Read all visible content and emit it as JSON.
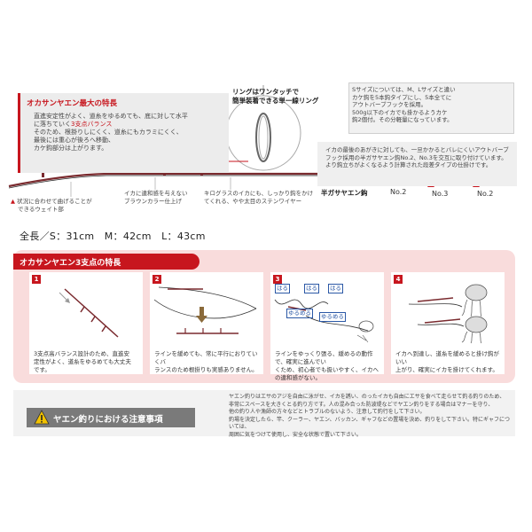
{
  "feature": {
    "title": "オカサンヤエン最大の特長",
    "lines": [
      "直進安定性がよく、道糸をゆるめても、底に対して水平",
      "に落ちていく",
      "そのため、根掛りしにくく、道糸にもカラミにくく、",
      "最後には重心が後ろへ移動、",
      "カケ鈎部分は上がります。"
    ],
    "highlight": "3支点バランス"
  },
  "ring": {
    "title_line1": "リングはワンタッチで",
    "title_line2": "簡単装着できる単一線リング"
  },
  "info": {
    "lines": [
      "Sサイズについては、M、Lサイズと違い",
      "カケ鈎を5本鈎タイプにし、5本全てに",
      "アウトバーブフックを採用。",
      "500g以下のイカでも掛かるようカケ",
      "鈎2個付。その分軽量になっています。"
    ]
  },
  "hook_info": {
    "lines": [
      "イカの最後のあがきに対しても、一旦かかるとバレにくいアウトバーブ",
      "フック採用の半ガサヤエン鈎No.2、No.3を交互に取り付けています。",
      "より鈎立ちがよくなるよう計算された段差タイプの仕掛けです。"
    ],
    "hook_label": "半ガサヤエン鈎",
    "numbers": [
      "No.2",
      "No.3",
      "No.2"
    ]
  },
  "notes": {
    "weight_line1": "状況に合わせて曲げることが",
    "weight_line2": "できるウェイト部",
    "brown_line1": "イカに違和感を与えない",
    "brown_line2": "ブラウンカラー仕上げ",
    "wire_line1": "キログラスのイカにも、しっかり鈎をかけ",
    "wire_line2": "てくれる、やや太目のステンワイヤー"
  },
  "size_text": "全長／S：31cm　M：42cm　L：43cm",
  "three_point": {
    "title": "オカサンヤエン3支点の特長",
    "panels": [
      {
        "num": "1",
        "text": [
          "3支点高バランス設計のため、直進安",
          "定性がよく、道糸をゆるめても大丈夫",
          "です。"
        ]
      },
      {
        "num": "2",
        "text": [
          "ラインを緩めても、常に平行におりていくバ",
          "ランスのため根掛りも実感ありません。"
        ]
      },
      {
        "num": "3",
        "text": [
          "ラインをゆっくり張る、緩めるの動作で、確実に進んでい",
          "くため、初心者でも扱いやすく、イカへの違和感がない。"
        ]
      },
      {
        "num": "4",
        "text": [
          "イカへ到達し、道糸を緩めると掛け鈎がいい",
          "上がり、確実にイカを掛けてくれます。"
        ]
      }
    ],
    "tags": {
      "haru1": "はる",
      "haru2": "はる",
      "haru3": "はる",
      "yurumeru1": "ゆるめる",
      "yurumeru2": "ゆるめる"
    }
  },
  "caution": {
    "title": "ヤエン釣りにおける注意事項",
    "lines": [
      "ヤエン釣りはエサのアジを自由に泳がせ、イカを誘い、のったイカも自由にエサを食べて走らせて釣る釣りのため、",
      "非常にスペースを大きくとる釣り方です。人の混み合った防波堤などでヤエン釣りをする場合はマナーを守り、",
      "他の釣り人や漁師の方々などとトラブルのないよう、注意して釣行をして下さい。",
      "釣場を決定したら、竿、クーラー、ヤエン、バッカン、ギャフなどの置場を決め、釣りをして下さい。特にギャフについては、",
      "周囲に気をつけて使用し、安全な状態で置いて下さい。"
    ]
  },
  "colors": {
    "accent": "#c7161e",
    "pink_bg": "#f9dcdc",
    "gray_banner": "#7a7a7a"
  }
}
